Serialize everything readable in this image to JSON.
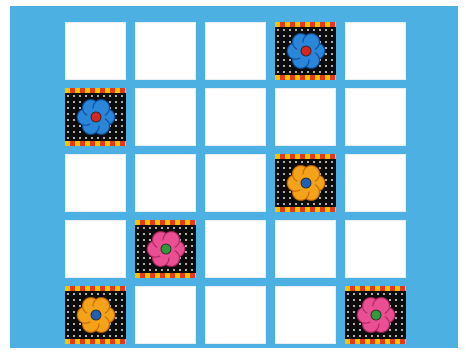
{
  "game": {
    "rows": 5,
    "cols": 5,
    "tiles": [
      {
        "row": 0,
        "col": 3,
        "flower": "blue-flower",
        "petal": "#2a86d9",
        "petal_edge": "#0f4fa0",
        "center": "#d8251f"
      },
      {
        "row": 1,
        "col": 0,
        "flower": "blue-flower",
        "petal": "#2a86d9",
        "petal_edge": "#0f4fa0",
        "center": "#d8251f"
      },
      {
        "row": 2,
        "col": 3,
        "flower": "orange-flower",
        "petal": "#f4a21a",
        "petal_edge": "#c86c00",
        "center": "#1f5fb8"
      },
      {
        "row": 3,
        "col": 1,
        "flower": "pink-flower",
        "petal": "#ea4f93",
        "petal_edge": "#b0275f",
        "center": "#2e9a3a"
      },
      {
        "row": 4,
        "col": 0,
        "flower": "orange-flower",
        "petal": "#f4a21a",
        "petal_edge": "#c86c00",
        "center": "#1f5fb8"
      },
      {
        "row": 4,
        "col": 4,
        "flower": "pink-flower",
        "petal": "#ea4f93",
        "petal_edge": "#b0275f",
        "center": "#2e9a3a"
      }
    ],
    "colors": {
      "board": "#4db0e2",
      "blank_card": "#ffffff",
      "tile_background": "#0c0c0c",
      "stripe_yellow": "#f2c300",
      "stripe_red": "#e23a1e"
    }
  }
}
